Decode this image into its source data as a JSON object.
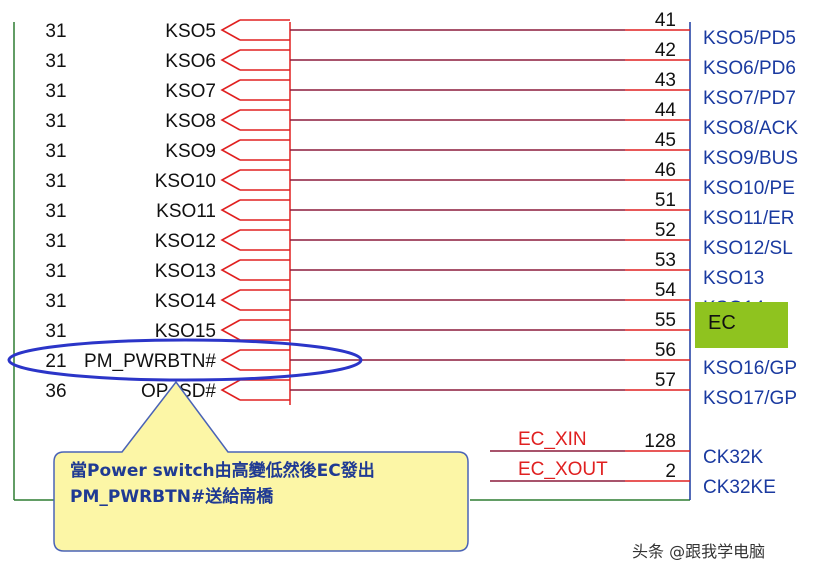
{
  "signals": [
    {
      "sheet": "31",
      "name": "KSO5",
      "pin": "41",
      "port": "KSO5/PD5"
    },
    {
      "sheet": "31",
      "name": "KSO6",
      "pin": "42",
      "port": "KSO6/PD6"
    },
    {
      "sheet": "31",
      "name": "KSO7",
      "pin": "43",
      "port": "KSO7/PD7"
    },
    {
      "sheet": "31",
      "name": "KSO8",
      "pin": "44",
      "port": "KSO8/ACK"
    },
    {
      "sheet": "31",
      "name": "KSO9",
      "pin": "45",
      "port": "KSO9/BUS"
    },
    {
      "sheet": "31",
      "name": "KSO10",
      "pin": "46",
      "port": "KSO10/PE"
    },
    {
      "sheet": "31",
      "name": "KSO11",
      "pin": "51",
      "port": "KSO11/ER"
    },
    {
      "sheet": "31",
      "name": "KSO12",
      "pin": "52",
      "port": "KSO12/SL"
    },
    {
      "sheet": "31",
      "name": "KSO13",
      "pin": "53",
      "port": "KSO13"
    },
    {
      "sheet": "31",
      "name": "KSO14",
      "pin": "54",
      "port": "KSO14"
    },
    {
      "sheet": "31",
      "name": "KSO15",
      "pin": "55",
      "port": ""
    },
    {
      "sheet": "21",
      "name": "PM_PWRBTN#",
      "pin": "56",
      "port": "KSO16/GP"
    },
    {
      "sheet": "36",
      "name": "OP_SD#",
      "pin": "57",
      "port": "KSO17/GP"
    }
  ],
  "clock_nets": [
    {
      "name": "EC_XIN",
      "pin": "128",
      "port": "CK32K"
    },
    {
      "name": "EC_XOUT",
      "pin": "2",
      "port": "CK32KE"
    }
  ],
  "ec_label": "EC",
  "callout": {
    "line1": "當Power  switch由高變低然後EC發出",
    "line2": "PM_PWRBTN#送給南橋"
  },
  "watermark": "头条 @跟我学电脑",
  "colors": {
    "wire": "#8b1c3c",
    "connector": "#e02020",
    "ec_box": "#8fc31f",
    "highlight": "#2b35c8",
    "callout_fill": "#fcf6a6",
    "callout_border": "#4a63b6",
    "frame": "#2e7d32",
    "chip_edge": "#1a3aa0"
  }
}
